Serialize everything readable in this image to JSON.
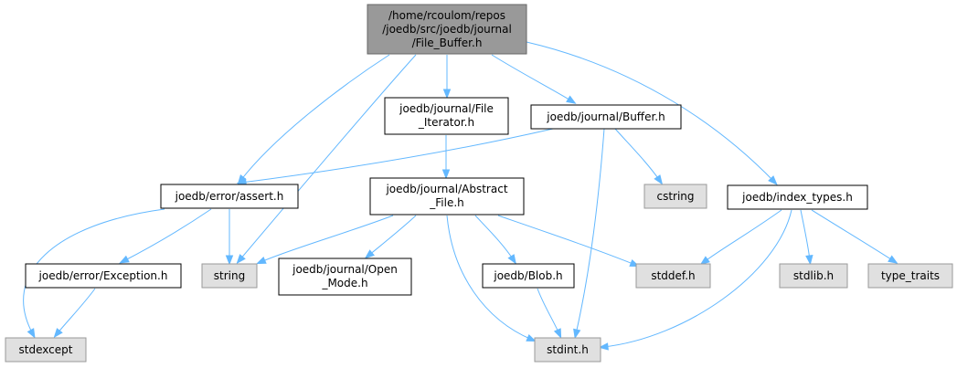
{
  "colors": {
    "root_fill": "#999999",
    "root_border": "#666666",
    "local_fill": "#ffffff",
    "local_border": "#000000",
    "system_fill": "#e0e0e0",
    "system_border": "#999999",
    "edge": "#63b8ff"
  },
  "nodes": {
    "root": {
      "lines": [
        "/home/rcoulom/repos",
        "/joedb/src/joedb/journal",
        "/File_Buffer.h"
      ]
    },
    "file_iterator": {
      "lines": [
        "joedb/journal/File",
        "_Iterator.h"
      ]
    },
    "buffer": {
      "lines": [
        "joedb/journal/Buffer.h"
      ]
    },
    "assert": {
      "lines": [
        "joedb/error/assert.h"
      ]
    },
    "abstract_file": {
      "lines": [
        "joedb/journal/Abstract",
        "_File.h"
      ]
    },
    "cstring": {
      "lines": [
        "cstring"
      ]
    },
    "index_types": {
      "lines": [
        "joedb/index_types.h"
      ]
    },
    "exception": {
      "lines": [
        "joedb/error/Exception.h"
      ]
    },
    "string": {
      "lines": [
        "string"
      ]
    },
    "open_mode": {
      "lines": [
        "joedb/journal/Open",
        "_Mode.h"
      ]
    },
    "blob": {
      "lines": [
        "joedb/Blob.h"
      ]
    },
    "stddef": {
      "lines": [
        "stddef.h"
      ]
    },
    "stdlib": {
      "lines": [
        "stdlib.h"
      ]
    },
    "type_traits": {
      "lines": [
        "type_traits"
      ]
    },
    "stdexcept": {
      "lines": [
        "stdexcept"
      ]
    },
    "stdint": {
      "lines": [
        "stdint.h"
      ]
    }
  },
  "edges": [
    {
      "from": "root",
      "to": "assert"
    },
    {
      "from": "root",
      "to": "file_iterator"
    },
    {
      "from": "root",
      "to": "buffer"
    },
    {
      "from": "root",
      "to": "string"
    },
    {
      "from": "root",
      "to": "index_types"
    },
    {
      "from": "file_iterator",
      "to": "abstract_file"
    },
    {
      "from": "buffer",
      "to": "assert"
    },
    {
      "from": "buffer",
      "to": "cstring"
    },
    {
      "from": "buffer",
      "to": "stdint"
    },
    {
      "from": "assert",
      "to": "exception"
    },
    {
      "from": "assert",
      "to": "string"
    },
    {
      "from": "assert",
      "to": "stdexcept"
    },
    {
      "from": "exception",
      "to": "stdexcept"
    },
    {
      "from": "abstract_file",
      "to": "string"
    },
    {
      "from": "abstract_file",
      "to": "open_mode"
    },
    {
      "from": "abstract_file",
      "to": "blob"
    },
    {
      "from": "abstract_file",
      "to": "stddef"
    },
    {
      "from": "abstract_file",
      "to": "stdint"
    },
    {
      "from": "blob",
      "to": "stdint"
    },
    {
      "from": "index_types",
      "to": "stddef"
    },
    {
      "from": "index_types",
      "to": "stdlib"
    },
    {
      "from": "index_types",
      "to": "type_traits"
    },
    {
      "from": "index_types",
      "to": "stdint"
    }
  ]
}
